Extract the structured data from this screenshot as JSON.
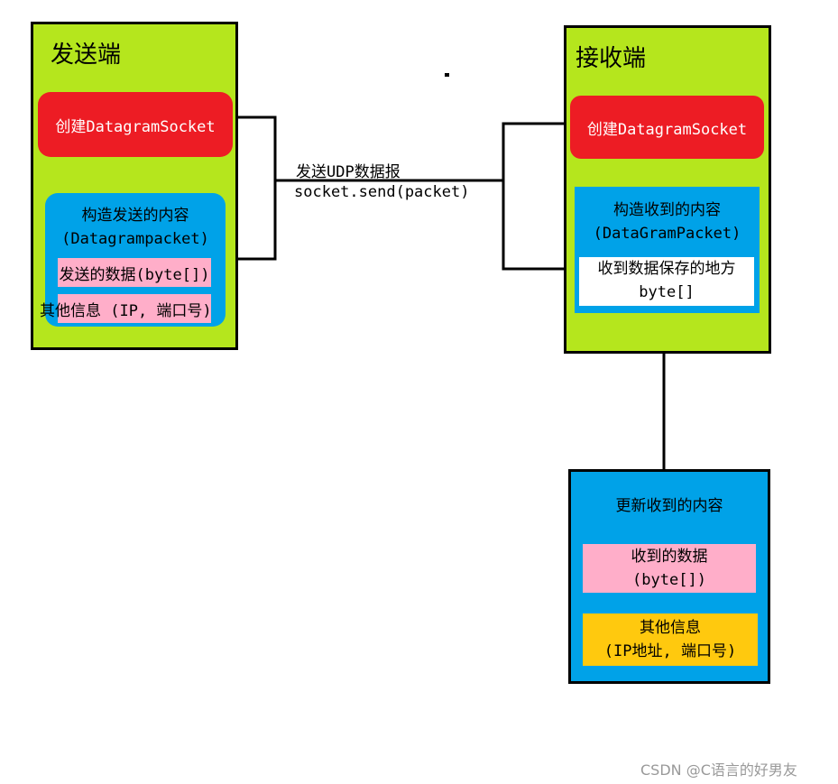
{
  "sender": {
    "title": "发送端",
    "create_socket": "创建DatagramSocket",
    "construct": {
      "line1": "构造发送的内容",
      "line2": "(Datagrampacket)"
    },
    "data_field": "发送的数据(byte[])",
    "other_info": "其他信息 (IP, 端口号)"
  },
  "receiver": {
    "title": "接收端",
    "create_socket": "创建DatagramSocket",
    "construct": {
      "line1": "构造收到的内容",
      "line2": "(DataGramPacket)"
    },
    "storage": {
      "line1": "收到数据保存的地方",
      "line2": "byte[]"
    }
  },
  "transfer": {
    "label1": "发送UDP数据报",
    "label2": "socket.send(packet)"
  },
  "update": {
    "title": "更新收到的内容",
    "data": {
      "line1": "收到的数据",
      "line2": "(byte[])"
    },
    "other": {
      "line1": "其他信息",
      "line2": "(IP地址, 端口号)"
    }
  },
  "watermark": "CSDN @C语言的好男友",
  "colors": {
    "green": "#b5e61d",
    "blue": "#00a2e8",
    "red": "#ed1c24",
    "pink": "#ffaec9",
    "gold": "#ffc90e"
  }
}
